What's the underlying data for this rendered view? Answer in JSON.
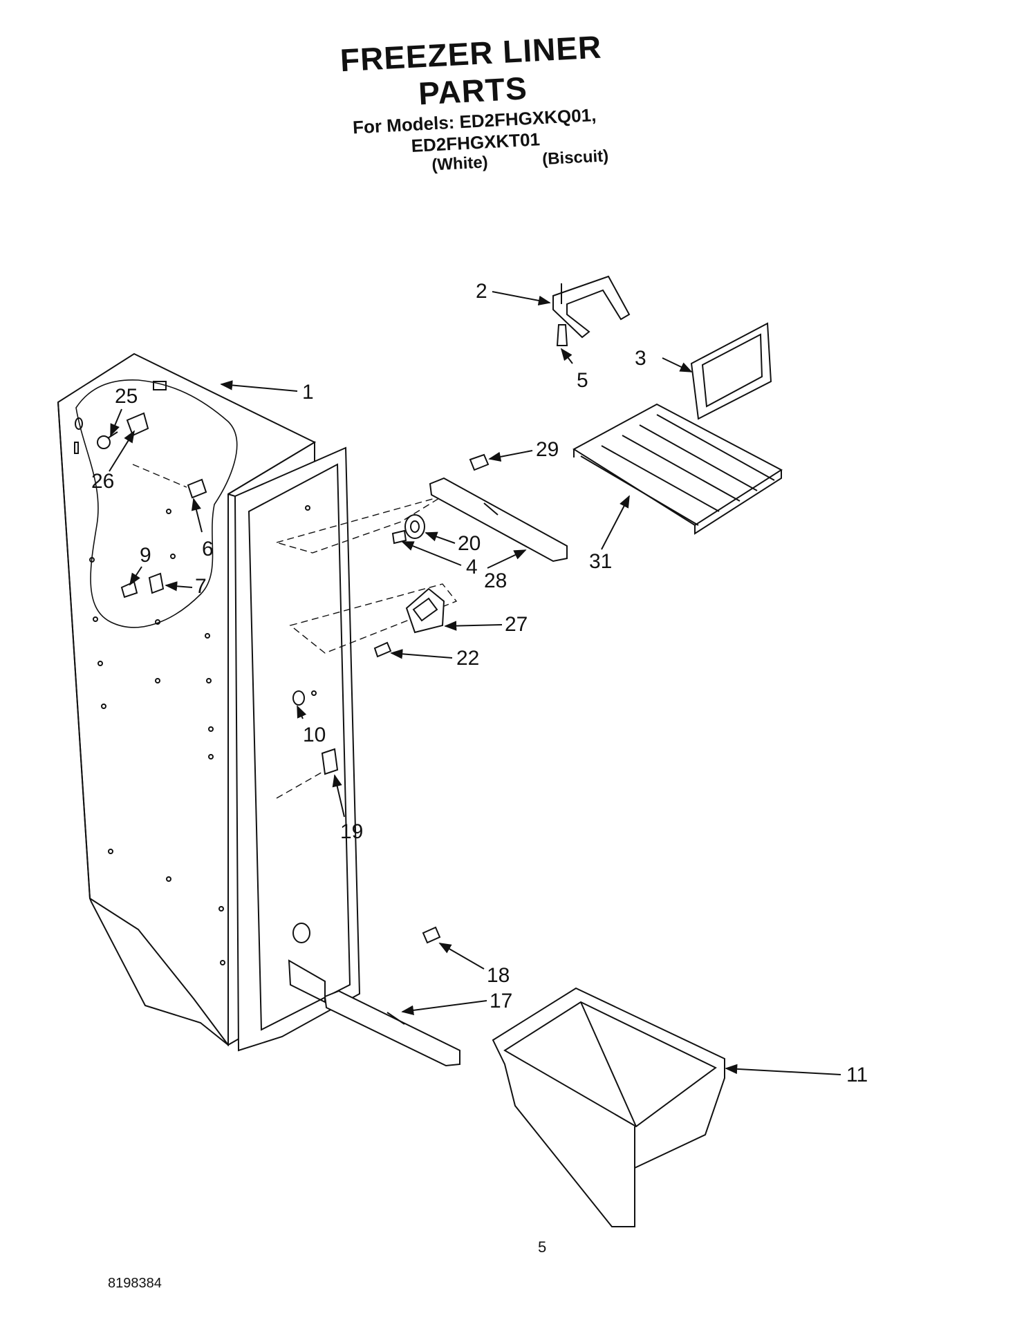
{
  "header": {
    "title": "FREEZER LINER PARTS",
    "models_line": "For Models: ED2FHGXKQ01, ED2FHGXKT01",
    "variant_white": "(White)",
    "variant_biscuit": "(Biscuit)"
  },
  "callouts": {
    "c1": "1",
    "c2": "2",
    "c3": "3",
    "c4": "4",
    "c5": "5",
    "c6": "6",
    "c7": "7",
    "c9": "9",
    "c10": "10",
    "c11": "11",
    "c17": "17",
    "c18": "18",
    "c19": "19",
    "c20": "20",
    "c22": "22",
    "c25": "25",
    "c26": "26",
    "c27": "27",
    "c28": "28",
    "c29": "29",
    "c31": "31"
  },
  "footer": {
    "page_number": "5",
    "document_number": "8198384"
  }
}
